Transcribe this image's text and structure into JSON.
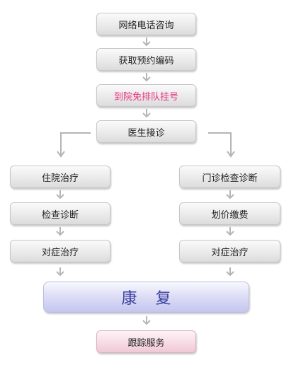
{
  "steps": {
    "consult": "网络电话咨询",
    "get_code": "获取预约编码",
    "no_queue": "到院免排队挂号",
    "doctor": "医生接诊",
    "inpatient": "住院治疗",
    "exam_left": "检查诊断",
    "treat_left": "对症治疗",
    "outpatient": "门诊检查诊断",
    "pricing": "划价缴费",
    "treat_right": "对症治疗",
    "recovery": "康复",
    "followup": "跟踪服务"
  },
  "colors": {
    "highlight_text": "#e8317a",
    "arrow": "#b5b5b5",
    "recovery_text": "#3a3fa0"
  }
}
